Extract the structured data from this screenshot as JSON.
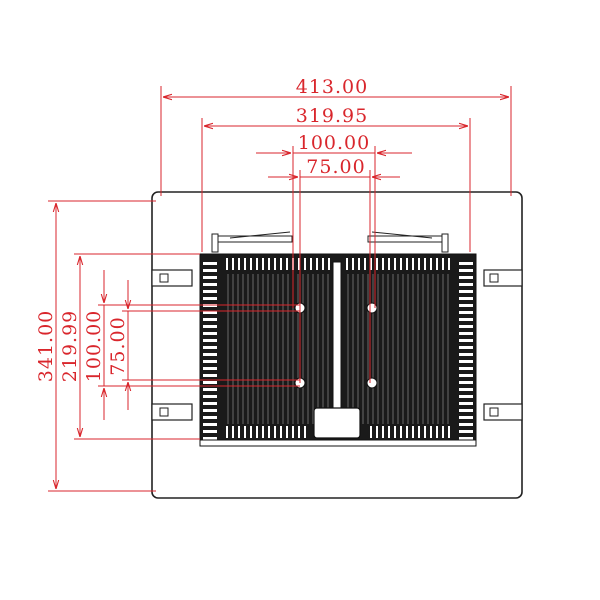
{
  "drawing": {
    "colors": {
      "dimension": "#d9262c",
      "outline": "#222222",
      "fins": "#1a1a1a"
    },
    "dimensions": {
      "width_overall": "413.00",
      "width_bracket": "319.95",
      "width_vesa_100": "100.00",
      "width_vesa_75": "75.00",
      "height_overall": "341.00",
      "height_body": "219.99",
      "height_vesa_100": "100.00",
      "height_vesa_75": "75.00"
    }
  }
}
